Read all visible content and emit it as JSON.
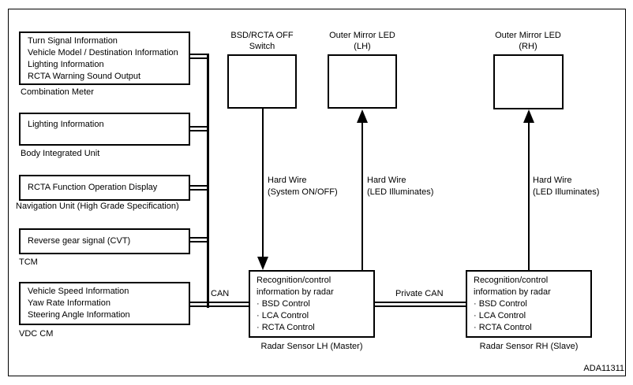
{
  "figure_code": "ADA11311",
  "colors": {
    "line": "#000000",
    "background": "#ffffff"
  },
  "left_units": [
    {
      "signals": [
        "Turn Signal Information",
        "Vehicle Model / Destination Information",
        "Lighting Information",
        "RCTA Warning Sound Output"
      ],
      "label": "Combination Meter"
    },
    {
      "signals": [
        "Lighting Information"
      ],
      "label": "Body Integrated Unit"
    },
    {
      "signals": [
        "RCTA Function Operation Display"
      ],
      "label": "Navigation Unit (High Grade Specification)"
    },
    {
      "signals": [
        "Reverse gear signal (CVT)"
      ],
      "label": "TCM"
    },
    {
      "signals": [
        "Vehicle Speed Information",
        "Yaw Rate Information",
        "Steering Angle Information"
      ],
      "label": "VDC CM"
    }
  ],
  "top_units": [
    {
      "caption_line1": "BSD/RCTA OFF",
      "caption_line2": "Switch"
    },
    {
      "caption_line1": "Outer Mirror LED",
      "caption_line2": "(LH)"
    },
    {
      "caption_line1": "Outer Mirror LED",
      "caption_line2": "(RH)"
    }
  ],
  "wire_labels": [
    {
      "line1": "Hard Wire",
      "line2": "(System ON/OFF)"
    },
    {
      "line1": "Hard Wire",
      "line2": "(LED Illuminates)"
    },
    {
      "line1": "Hard Wire",
      "line2": "(LED Illuminates)"
    }
  ],
  "bus": {
    "can_label": "CAN",
    "private_can_label": "Private CAN"
  },
  "radar_units": [
    {
      "lines": [
        "Recognition/control",
        "information by radar",
        "· BSD Control",
        "· LCA Control",
        "· RCTA Control"
      ],
      "label": "Radar Sensor LH (Master)"
    },
    {
      "lines": [
        "Recognition/control",
        "information by radar",
        "· BSD Control",
        "· LCA Control",
        "· RCTA Control"
      ],
      "label": "Radar Sensor RH (Slave)"
    }
  ]
}
